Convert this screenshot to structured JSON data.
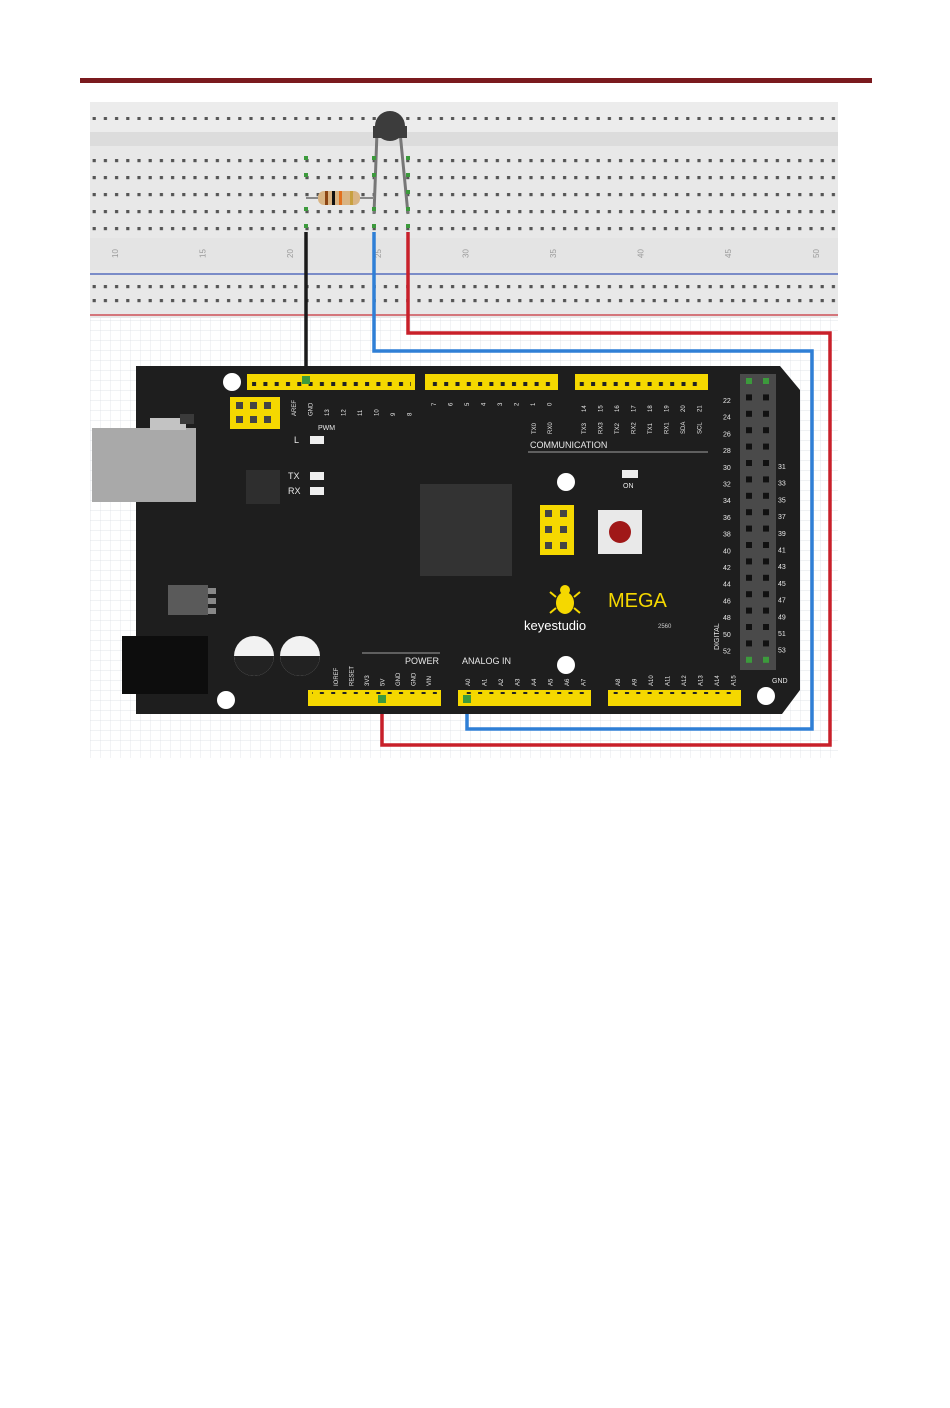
{
  "page": {
    "header_rule_color": "#7a1a1e"
  },
  "breadboard": {
    "column_numbers": [
      "10",
      "15",
      "20",
      "25",
      "30",
      "35",
      "40",
      "45",
      "50"
    ],
    "colors": {
      "body": "#e6e6e6",
      "rail_blue": "#3a56b5",
      "rail_red": "#c8323a"
    }
  },
  "board": {
    "brand": "keyestudio",
    "model": "MEGA",
    "model_sub": "2560",
    "communication": "COMMUNICATION",
    "power": "POWER",
    "analog_in": "ANALOG   IN",
    "digital": "DIGITAL",
    "pwm": "PWM",
    "led_l": "L",
    "led_tx": "TX",
    "led_rx": "RX",
    "led_on": "ON",
    "gnd": "GND",
    "top_header_1": [
      "AREF",
      "GND",
      "13",
      "12",
      "11",
      "10",
      "9",
      "8"
    ],
    "top_header_2": [
      "7",
      "6",
      "5",
      "4",
      "3",
      "2",
      "1",
      "0"
    ],
    "comm_header": [
      "14",
      "15",
      "16",
      "17",
      "18",
      "19",
      "20",
      "21"
    ],
    "comm_sub": [
      "TX3",
      "RX3",
      "TX2",
      "RX2",
      "TX1",
      "RX1",
      "SDA",
      "SCL"
    ],
    "tx0_rx0": [
      "TX0",
      "RX0"
    ],
    "power_header": [
      "IOREF",
      "RESET",
      "3V3",
      "5V",
      "GND",
      "GND",
      "VIN"
    ],
    "analog_header_1": [
      "A0",
      "A1",
      "A2",
      "A3",
      "A4",
      "A5",
      "A6",
      "A7"
    ],
    "analog_header_2": [
      "A8",
      "A9",
      "A10",
      "A11",
      "A12",
      "A13",
      "A14",
      "A15"
    ],
    "digital_left": [
      "22",
      "24",
      "26",
      "28",
      "30",
      "32",
      "34",
      "36",
      "38",
      "40",
      "42",
      "44",
      "46",
      "48",
      "50",
      "52"
    ],
    "digital_right": [
      "31",
      "33",
      "35",
      "37",
      "39",
      "41",
      "43",
      "45",
      "47",
      "49",
      "51",
      "53"
    ],
    "colors": {
      "pcb": "#1e1e1e",
      "header": "#f5d800",
      "wire_red": "#c8202a",
      "wire_blue": "#2f7fd6",
      "wire_black": "#1a1a1a"
    }
  }
}
